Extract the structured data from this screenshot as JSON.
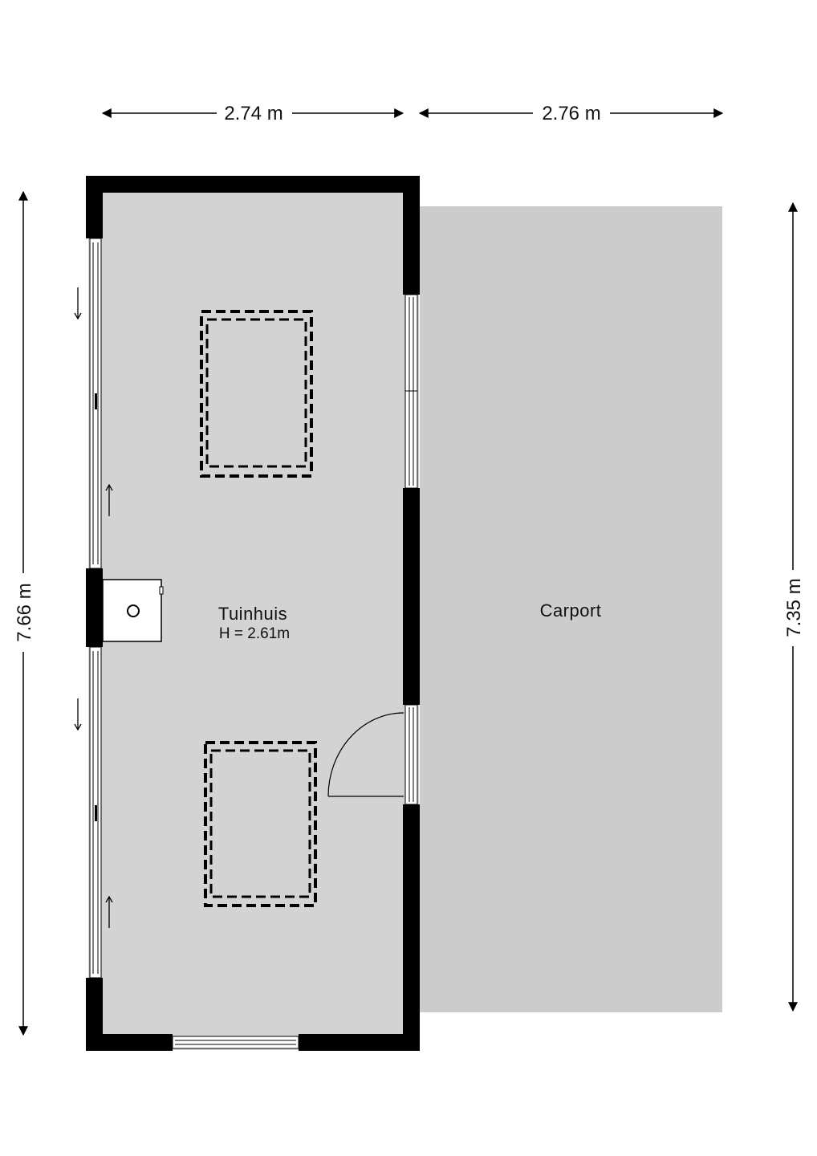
{
  "dimensions": {
    "top_left": "2.74 m",
    "top_right": "2.76 m",
    "left_height": "7.66 m",
    "right_height": "7.35 m"
  },
  "rooms": {
    "tuinhuis": {
      "name": "Tuinhuis",
      "height_note": "H = 2.61m"
    },
    "carport": {
      "name": "Carport"
    }
  },
  "colors": {
    "floor": "#d3d3d3",
    "carport": "#cccccc",
    "wall": "#000000",
    "background": "#ffffff"
  }
}
